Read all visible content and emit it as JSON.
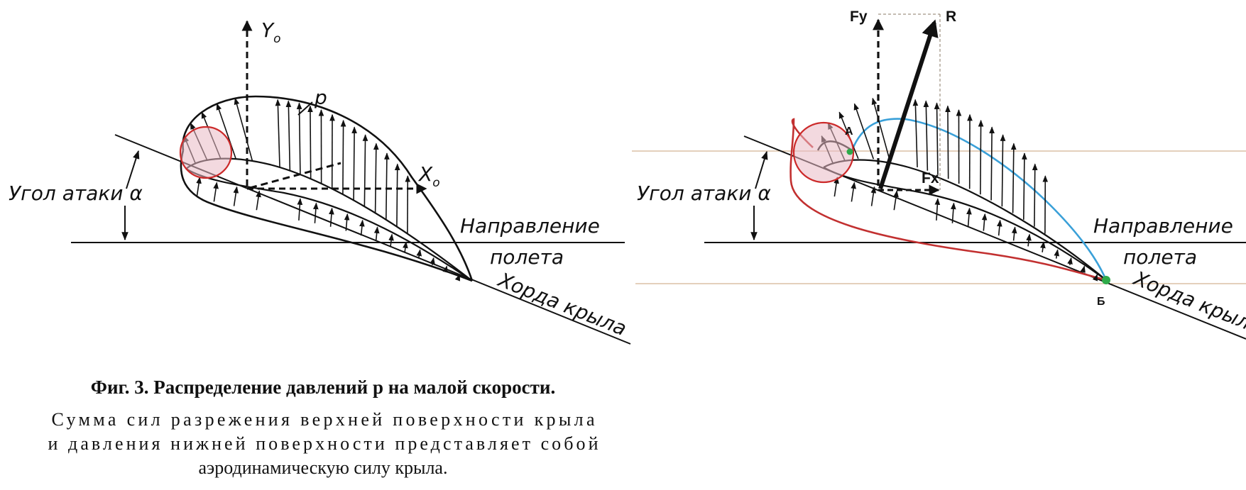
{
  "left_figure": {
    "axis_y_label": "Y",
    "axis_y_sub": "o",
    "axis_x_label": "X",
    "axis_x_sub": "o",
    "pressure_label": "p",
    "angle_label": "Угол атаки α",
    "flight_direction_line1": "Направление",
    "flight_direction_line2": "полета",
    "chord_label": "Хорда крыла"
  },
  "right_figure": {
    "force_y_label": "Fy",
    "resultant_label": "R",
    "force_x_label": "Fx",
    "point_a_label": "А",
    "point_b_label": "Б",
    "angle_label": "Угол атаки α",
    "flight_direction_line1": "Направление",
    "flight_direction_line2": "полета",
    "chord_label": "Хорда крыла"
  },
  "caption": {
    "title": "Фиг. 3. Распределение давлений p на малой скорости.",
    "line1": "Сумма сил разрежения верхней поверхности крыла",
    "line2": "и давления нижней поверхности представляет собой",
    "line3": "аэродинамическую силу крыла."
  },
  "colors": {
    "ink": "#111111",
    "highlight_circle": "#cc2a2a",
    "highlight_fill": "#e9b9c4",
    "upper_surface": "#3aa0d8",
    "lower_surface": "#c23030",
    "point_marker": "#2eaa4a",
    "guide_lines": "#c9a07a"
  }
}
